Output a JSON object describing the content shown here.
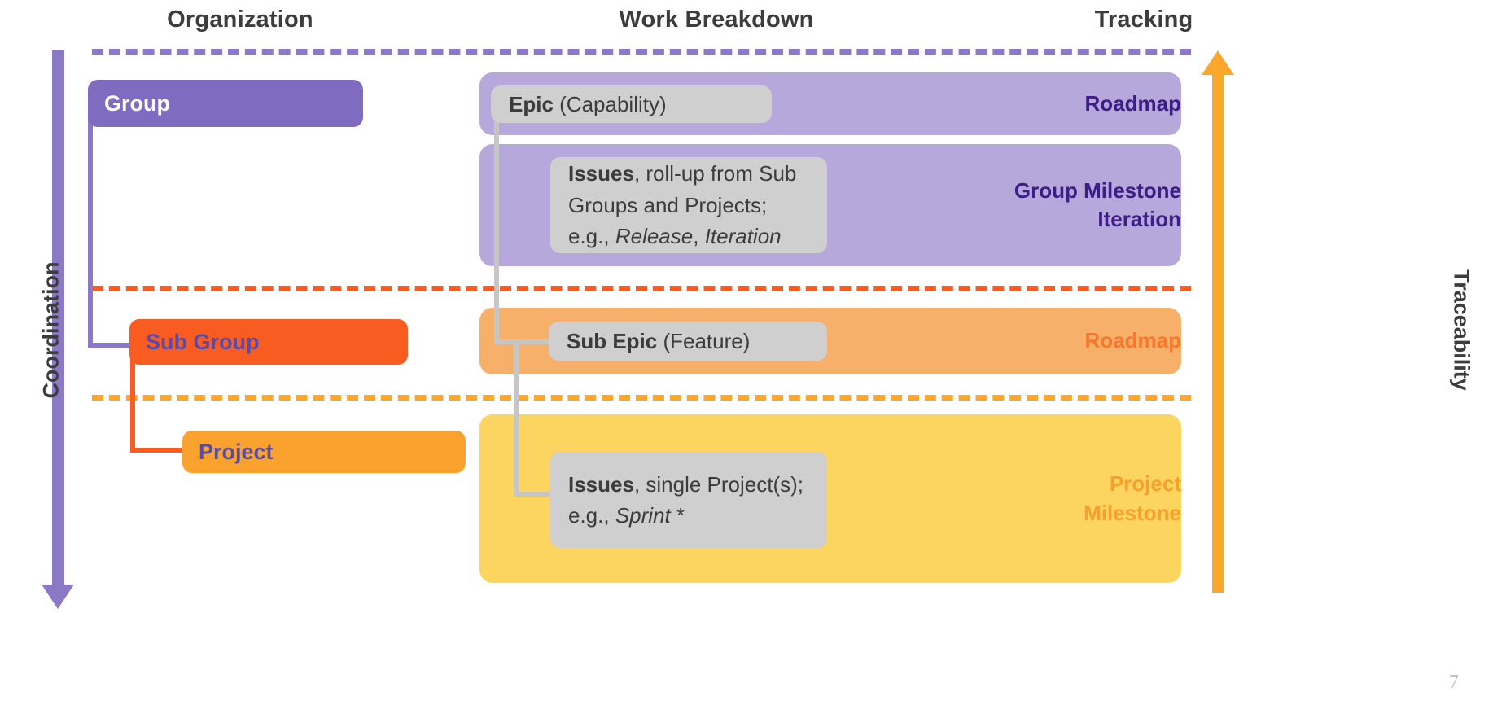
{
  "headers": {
    "organization": "Organization",
    "work_breakdown": "Work Breakdown",
    "tracking": "Tracking"
  },
  "side_labels": {
    "left": "Coordination",
    "right": "Traceability"
  },
  "organization": {
    "group": "Group",
    "sub_group": "Sub Group",
    "project": "Project"
  },
  "work_breakdown": {
    "epic": {
      "bold": "Epic",
      "rest": " (Capability)"
    },
    "issues_group": {
      "bold": "Issues",
      "rest": ", roll-up from Sub Groups and Projects; e.g., ",
      "italic_1": "Release",
      "sep": ", ",
      "italic_2": "Iteration"
    },
    "sub_epic": {
      "bold": "Sub Epic",
      "rest": " (Feature)"
    },
    "issues_project": {
      "bold": "Issues",
      "rest": ", single Project(s); e.g., ",
      "italic_1": "Sprint",
      "suffix": " *"
    }
  },
  "tracking": {
    "roadmap_group": "Roadmap",
    "group_milestone": "Group Milestone\nIteration",
    "roadmap_sub": "Roadmap",
    "project_milestone": "Project\nMilestone"
  },
  "footer": {
    "page_number": "7"
  },
  "colors": {
    "purple_dark": "#3d1d87",
    "purple_group": "#7f6bbf",
    "purple_band": "#b6a8da",
    "purple_line": "#8c79c6",
    "orange_strong": "#f95c20",
    "orange_band": "#f7b06a",
    "orange_project": "#f9a22e",
    "amber": "#faa72c",
    "yellow_band": "#fcd561",
    "card_gray": "#cfcfcf",
    "text_dark": "#3c3c3c"
  }
}
